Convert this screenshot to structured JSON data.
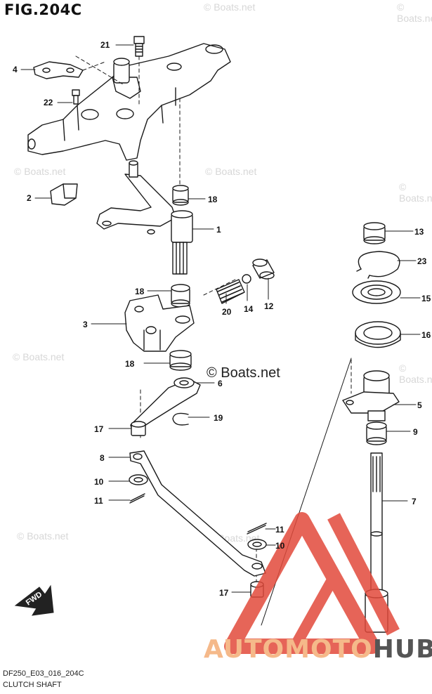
{
  "figure": {
    "title": "FIG.204C"
  },
  "footer": {
    "code": "DF250_E03_016_204C",
    "name": "CLUTCH SHAFT"
  },
  "watermarks": {
    "small": "© Boats.net",
    "large": "© Boats.net"
  },
  "brand": {
    "part1": "AUTOMOTO",
    "part2": "HUB"
  },
  "direction_label": "FWD",
  "callouts": [
    {
      "id": "21",
      "label": "21"
    },
    {
      "id": "4",
      "label": "4"
    },
    {
      "id": "22",
      "label": "22"
    },
    {
      "id": "2",
      "label": "2"
    },
    {
      "id": "18a",
      "label": "18"
    },
    {
      "id": "1",
      "label": "1"
    },
    {
      "id": "18b",
      "label": "18"
    },
    {
      "id": "3",
      "label": "3"
    },
    {
      "id": "20",
      "label": "20"
    },
    {
      "id": "14",
      "label": "14"
    },
    {
      "id": "12",
      "label": "12"
    },
    {
      "id": "18c",
      "label": "18"
    },
    {
      "id": "6",
      "label": "6"
    },
    {
      "id": "19",
      "label": "19"
    },
    {
      "id": "17a",
      "label": "17"
    },
    {
      "id": "8",
      "label": "8"
    },
    {
      "id": "10a",
      "label": "10"
    },
    {
      "id": "11a",
      "label": "11"
    },
    {
      "id": "11b",
      "label": "11"
    },
    {
      "id": "10b",
      "label": "10"
    },
    {
      "id": "17b",
      "label": "17"
    },
    {
      "id": "13",
      "label": "13"
    },
    {
      "id": "23",
      "label": "23"
    },
    {
      "id": "15",
      "label": "15"
    },
    {
      "id": "16",
      "label": "16"
    },
    {
      "id": "5",
      "label": "5"
    },
    {
      "id": "9",
      "label": "9"
    },
    {
      "id": "7",
      "label": "7"
    }
  ],
  "colors": {
    "line": "#1a1a1a",
    "watermark": "#d7d7d7",
    "logo_red": "#e24a3b",
    "brand_orange": "#f5b98a",
    "brand_gray": "#555555"
  }
}
